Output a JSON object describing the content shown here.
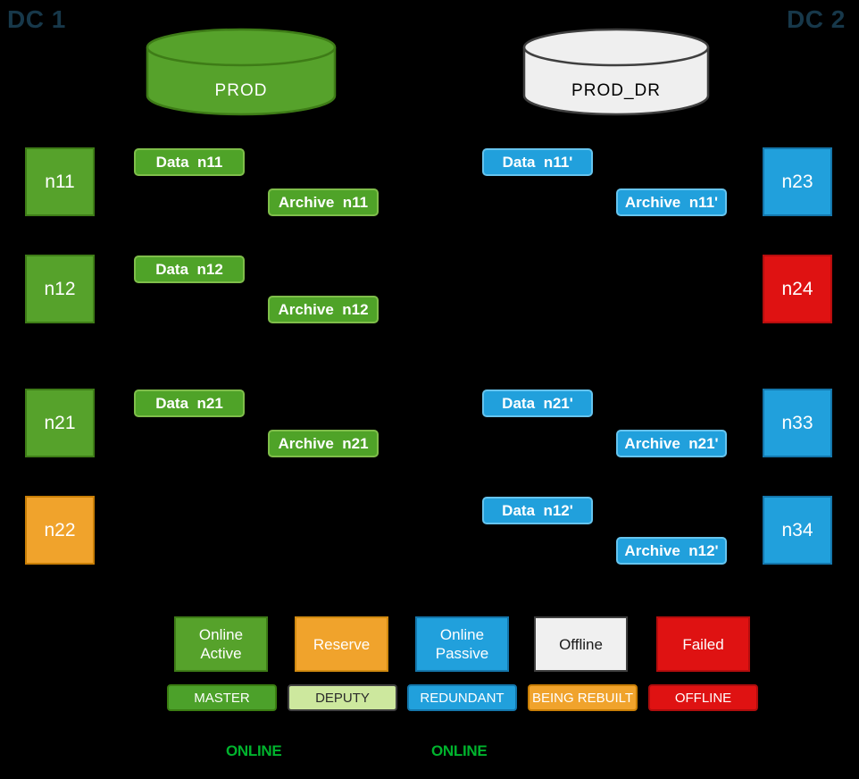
{
  "palette": {
    "background": "#000000",
    "dc_label": "#17384A",
    "green": "#56A22B",
    "green_border": "#3E7C17",
    "green_chip_border": "#7FBE4A",
    "light_green": "#CDE89E",
    "blue": "#21A0DC",
    "blue_border": "#1476AB",
    "blue_chip_border": "#66C4EE",
    "orange": "#F0A32C",
    "orange_border": "#C87E06",
    "red": "#DF1212",
    "red_border": "#AE0D0D",
    "offwhite": "#F0F0F0",
    "gray_border": "#3F3F3F",
    "online_text": "#00B32D",
    "white": "#FFFFFF"
  },
  "header": {
    "dc1_label": "DC 1",
    "dc2_label": "DC 2"
  },
  "databases": {
    "prod": {
      "label": "PROD",
      "color": "green"
    },
    "prod_dr": {
      "label": "PROD_DR",
      "color": "offwhite"
    }
  },
  "nodes": [
    {
      "label": "n11",
      "color": "green"
    },
    {
      "label": "n12",
      "color": "green"
    },
    {
      "label": "n21",
      "color": "green"
    },
    {
      "label": "n22",
      "color": "orange"
    },
    {
      "label": "n23",
      "color": "blue"
    },
    {
      "label": "n24",
      "color": "red"
    },
    {
      "label": "n33",
      "color": "blue"
    },
    {
      "label": "n34",
      "color": "blue"
    }
  ],
  "chips": [
    {
      "label": "Data  n11",
      "color": "green"
    },
    {
      "label": "Archive  n11",
      "color": "green"
    },
    {
      "label": "Data  n12",
      "color": "green"
    },
    {
      "label": "Archive  n12",
      "color": "green"
    },
    {
      "label": "Data  n21",
      "color": "green"
    },
    {
      "label": "Archive  n21",
      "color": "green"
    },
    {
      "label": "Data  n11'",
      "color": "blue"
    },
    {
      "label": "Archive  n11'",
      "color": "blue"
    },
    {
      "label": "Data  n21'",
      "color": "blue"
    },
    {
      "label": "Archive  n21'",
      "color": "blue"
    },
    {
      "label": "Data  n12'",
      "color": "blue"
    },
    {
      "label": "Archive  n12'",
      "color": "blue"
    }
  ],
  "legend": {
    "states": [
      {
        "label": "Online\nActive",
        "color": "green"
      },
      {
        "label": "Reserve",
        "color": "orange"
      },
      {
        "label": "Online\nPassive",
        "color": "blue"
      },
      {
        "label": "Offline",
        "color": "offwhite"
      },
      {
        "label": "Failed",
        "color": "red"
      }
    ],
    "roles": [
      {
        "label": "MASTER",
        "color": "green"
      },
      {
        "label": "DEPUTY",
        "color": "light_green"
      },
      {
        "label": "REDUNDANT",
        "color": "blue"
      },
      {
        "label": "BEING REBUILT",
        "color": "orange"
      },
      {
        "label": "OFFLINE",
        "color": "red"
      }
    ]
  },
  "footer": {
    "online_left": "ONLINE",
    "online_right": "ONLINE"
  }
}
